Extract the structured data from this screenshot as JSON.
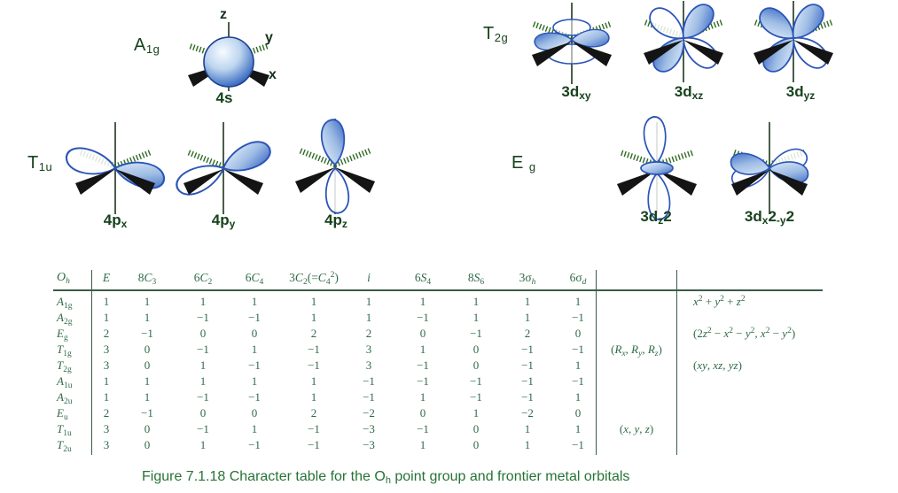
{
  "colors": {
    "table_green": "#2e6b47",
    "caption_green": "#277335",
    "label_green": "#17421d",
    "lobe_blue": "#2b55b8",
    "hatch_green": "#2f6b22"
  },
  "axes": {
    "z": "z",
    "y": "y",
    "x": "x"
  },
  "groups": {
    "a1g": [
      [
        "t",
        "A"
      ],
      [
        "sub",
        "1g"
      ]
    ],
    "t2g": [
      [
        "t",
        "T"
      ],
      [
        "sub",
        "2g"
      ]
    ],
    "t1u": [
      [
        "t",
        "T"
      ],
      [
        "sub",
        "1u"
      ]
    ],
    "eg": [
      [
        "t",
        "E "
      ],
      [
        "sub",
        "g"
      ]
    ]
  },
  "orbital_labels": {
    "s4": [
      [
        "t",
        "4s"
      ]
    ],
    "px": [
      [
        "t",
        "4p"
      ],
      [
        "sub",
        "x"
      ]
    ],
    "py": [
      [
        "t",
        "4p"
      ],
      [
        "sub",
        "y"
      ]
    ],
    "pz": [
      [
        "t",
        "4p"
      ],
      [
        "sub",
        "z"
      ]
    ],
    "dxy": [
      [
        "t",
        "3d"
      ],
      [
        "sub",
        "xy"
      ]
    ],
    "dxz": [
      [
        "t",
        "3d"
      ],
      [
        "sub",
        "xz"
      ]
    ],
    "dyz": [
      [
        "t",
        "3d"
      ],
      [
        "sub",
        "yz"
      ]
    ],
    "dz2": [
      [
        "t",
        "3d"
      ],
      [
        "sub",
        "z"
      ],
      [
        "t",
        "2"
      ]
    ],
    "dx2y2": [
      [
        "t",
        "3d"
      ],
      [
        "sub",
        "x"
      ],
      [
        "t",
        "2"
      ],
      [
        "sub",
        "-y"
      ],
      [
        "t",
        "2"
      ]
    ]
  },
  "character_table": {
    "group_header": [
      [
        "i",
        "O"
      ],
      [
        "isub",
        "h"
      ]
    ],
    "headers": [
      [
        [
          "i",
          "E"
        ]
      ],
      [
        [
          "t",
          "8"
        ],
        [
          "i",
          "C"
        ],
        [
          "sub",
          "3"
        ]
      ],
      [
        [
          "t",
          "6"
        ],
        [
          "i",
          "C"
        ],
        [
          "sub",
          "2"
        ]
      ],
      [
        [
          "t",
          "6"
        ],
        [
          "i",
          "C"
        ],
        [
          "sub",
          "4"
        ]
      ],
      [
        [
          "t",
          "3"
        ],
        [
          "i",
          "C"
        ],
        [
          "sub",
          "2"
        ],
        [
          "t",
          "(="
        ],
        [
          "i",
          "C"
        ],
        [
          "sub",
          "4"
        ],
        [
          "sup",
          "2"
        ],
        [
          "t",
          ")"
        ]
      ],
      [
        [
          "i",
          "i"
        ]
      ],
      [
        [
          "t",
          "6"
        ],
        [
          "i",
          "S"
        ],
        [
          "sub",
          "4"
        ]
      ],
      [
        [
          "t",
          "8"
        ],
        [
          "i",
          "S"
        ],
        [
          "sub",
          "6"
        ]
      ],
      [
        [
          "t",
          "3σ"
        ],
        [
          "isub",
          "h"
        ]
      ],
      [
        [
          "t",
          "6σ"
        ],
        [
          "isub",
          "d"
        ]
      ]
    ],
    "rows": [
      {
        "label": [
          [
            "i",
            "A"
          ],
          [
            "sub",
            "1g"
          ]
        ],
        "values": [
          "1",
          "1",
          "1",
          "1",
          "1",
          "1",
          "1",
          "1",
          "1",
          "1"
        ],
        "rot": [],
        "basis": [
          [
            "i",
            "x"
          ],
          [
            "sup",
            "2"
          ],
          [
            "t",
            " + "
          ],
          [
            "i",
            "y"
          ],
          [
            "sup",
            "2"
          ],
          [
            "t",
            " + "
          ],
          [
            "i",
            "z"
          ],
          [
            "sup",
            "2"
          ]
        ]
      },
      {
        "label": [
          [
            "i",
            "A"
          ],
          [
            "sub",
            "2g"
          ]
        ],
        "values": [
          "1",
          "1",
          "−1",
          "−1",
          "1",
          "1",
          "−1",
          "1",
          "1",
          "−1"
        ],
        "rot": [],
        "basis": []
      },
      {
        "label": [
          [
            "i",
            "E"
          ],
          [
            "sub",
            "g"
          ]
        ],
        "values": [
          "2",
          "−1",
          "0",
          "0",
          "2",
          "2",
          "0",
          "−1",
          "2",
          "0"
        ],
        "rot": [],
        "basis": [
          [
            "t",
            "(2"
          ],
          [
            "i",
            "z"
          ],
          [
            "sup",
            "2"
          ],
          [
            "t",
            " − "
          ],
          [
            "i",
            "x"
          ],
          [
            "sup",
            "2"
          ],
          [
            "t",
            " − "
          ],
          [
            "i",
            "y"
          ],
          [
            "sup",
            "2"
          ],
          [
            "t",
            ", "
          ],
          [
            "i",
            "x"
          ],
          [
            "sup",
            "2"
          ],
          [
            "t",
            " − "
          ],
          [
            "i",
            "y"
          ],
          [
            "sup",
            "2"
          ],
          [
            "t",
            ")"
          ]
        ]
      },
      {
        "label": [
          [
            "i",
            "T"
          ],
          [
            "sub",
            "1g"
          ]
        ],
        "values": [
          "3",
          "0",
          "−1",
          "1",
          "−1",
          "3",
          "1",
          "0",
          "−1",
          "−1"
        ],
        "rot": [
          [
            "t",
            "("
          ],
          [
            "i",
            "R"
          ],
          [
            "isub",
            "x"
          ],
          [
            "t",
            ", "
          ],
          [
            "i",
            "R"
          ],
          [
            "isub",
            "y"
          ],
          [
            "t",
            ", "
          ],
          [
            "i",
            "R"
          ],
          [
            "isub",
            "z"
          ],
          [
            "t",
            ")"
          ]
        ],
        "basis": []
      },
      {
        "label": [
          [
            "i",
            "T"
          ],
          [
            "sub",
            "2g"
          ]
        ],
        "values": [
          "3",
          "0",
          "1",
          "−1",
          "−1",
          "3",
          "−1",
          "0",
          "−1",
          "1"
        ],
        "rot": [],
        "basis": [
          [
            "t",
            "("
          ],
          [
            "i",
            "xy"
          ],
          [
            "t",
            ", "
          ],
          [
            "i",
            "xz"
          ],
          [
            "t",
            ", "
          ],
          [
            "i",
            "yz"
          ],
          [
            "t",
            ")"
          ]
        ]
      },
      {
        "label": [
          [
            "i",
            "A"
          ],
          [
            "sub",
            "1u"
          ]
        ],
        "values": [
          "1",
          "1",
          "1",
          "1",
          "1",
          "−1",
          "−1",
          "−1",
          "−1",
          "−1"
        ],
        "rot": [],
        "basis": []
      },
      {
        "label": [
          [
            "i",
            "A"
          ],
          [
            "sub",
            "2u"
          ]
        ],
        "values": [
          "1",
          "1",
          "−1",
          "−1",
          "1",
          "−1",
          "1",
          "−1",
          "−1",
          "1"
        ],
        "rot": [],
        "basis": []
      },
      {
        "label": [
          [
            "i",
            "E"
          ],
          [
            "sub",
            "u"
          ]
        ],
        "values": [
          "2",
          "−1",
          "0",
          "0",
          "2",
          "−2",
          "0",
          "1",
          "−2",
          "0"
        ],
        "rot": [],
        "basis": []
      },
      {
        "label": [
          [
            "i",
            "T"
          ],
          [
            "sub",
            "1u"
          ]
        ],
        "values": [
          "3",
          "0",
          "−1",
          "1",
          "−1",
          "−3",
          "−1",
          "0",
          "1",
          "1"
        ],
        "rot": [
          [
            "t",
            "("
          ],
          [
            "i",
            "x"
          ],
          [
            "t",
            ", "
          ],
          [
            "i",
            "y"
          ],
          [
            "t",
            ", "
          ],
          [
            "i",
            "z"
          ],
          [
            "t",
            ")"
          ]
        ],
        "basis": []
      },
      {
        "label": [
          [
            "i",
            "T"
          ],
          [
            "sub",
            "2u"
          ]
        ],
        "values": [
          "3",
          "0",
          "1",
          "−1",
          "−1",
          "−3",
          "1",
          "0",
          "1",
          "−1"
        ],
        "rot": [],
        "basis": []
      }
    ]
  },
  "caption": [
    [
      "t",
      "Figure 7.1.18 Character table for the O"
    ],
    [
      "sub",
      "h"
    ],
    [
      "t",
      " point group and frontier metal orbitals"
    ]
  ]
}
